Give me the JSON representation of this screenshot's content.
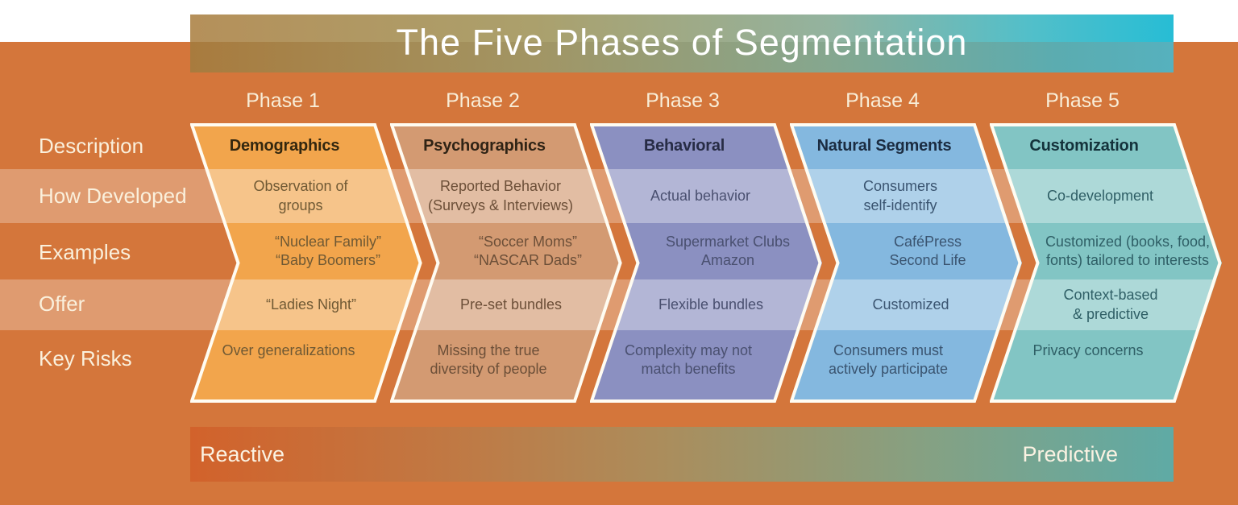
{
  "title": "The Five Phases of Segmentation",
  "legend": {
    "left": "Reactive",
    "right": "Predictive"
  },
  "row_labels": {
    "description": "Description",
    "how_developed": "How Developed",
    "examples": "Examples",
    "offer": "Offer",
    "key_risks": "Key Risks"
  },
  "colors": {
    "background": "#D4763B",
    "banner_left": "#A87B3E",
    "banner_right": "#2ABCD3",
    "bar_left": "#D2622B",
    "bar_right": "#5FAAA5",
    "chevron_border": "#FFFCF2"
  },
  "phases": [
    {
      "label": "Phase 1",
      "name": "Demographics",
      "how_developed": "Observation of\ngroups",
      "examples": "“Nuclear Family”\n“Baby Boomers”",
      "offer": "“Ladies Night”",
      "key_risks": "Over generalizations",
      "color": "#F2A54C",
      "header_color": "#33270F",
      "text_color": "#6F5934"
    },
    {
      "label": "Phase 2",
      "name": "Psychographics",
      "how_developed": "Reported Behavior\n(Surveys & Interviews)",
      "examples": "“Soccer Moms”\n“NASCAR Dads”",
      "offer": "Pre-set bundles",
      "key_risks": "Missing the true\ndiversity of people",
      "color": "#D39A72",
      "header_color": "#2F2315",
      "text_color": "#6C4F38"
    },
    {
      "label": "Phase 3",
      "name": "Behavioral",
      "how_developed": "Actual behavior",
      "examples": "Supermarket Clubs\nAmazon",
      "offer": "Flexible bundles",
      "key_risks": "Complexity may not\nmatch benefits",
      "color": "#8B90C1",
      "header_color": "#272C45",
      "text_color": "#4A5070"
    },
    {
      "label": "Phase 4",
      "name": "Natural Segments",
      "how_developed": "Consumers\nself-identify",
      "examples": "CaféPress\nSecond Life",
      "offer": "Customized",
      "key_risks": "Consumers must\nactively participate",
      "color": "#84B8DF",
      "header_color": "#1B2C41",
      "text_color": "#3A5470"
    },
    {
      "label": "Phase 5",
      "name": "Customization",
      "how_developed": "Co-development",
      "examples": "Customized (books, food,\nfonts) tailored to interests",
      "offer": "Context-based\n& predictive",
      "key_risks": "Privacy concerns",
      "color": "#82C5C4",
      "header_color": "#14323B",
      "text_color": "#2F5F66"
    }
  ]
}
